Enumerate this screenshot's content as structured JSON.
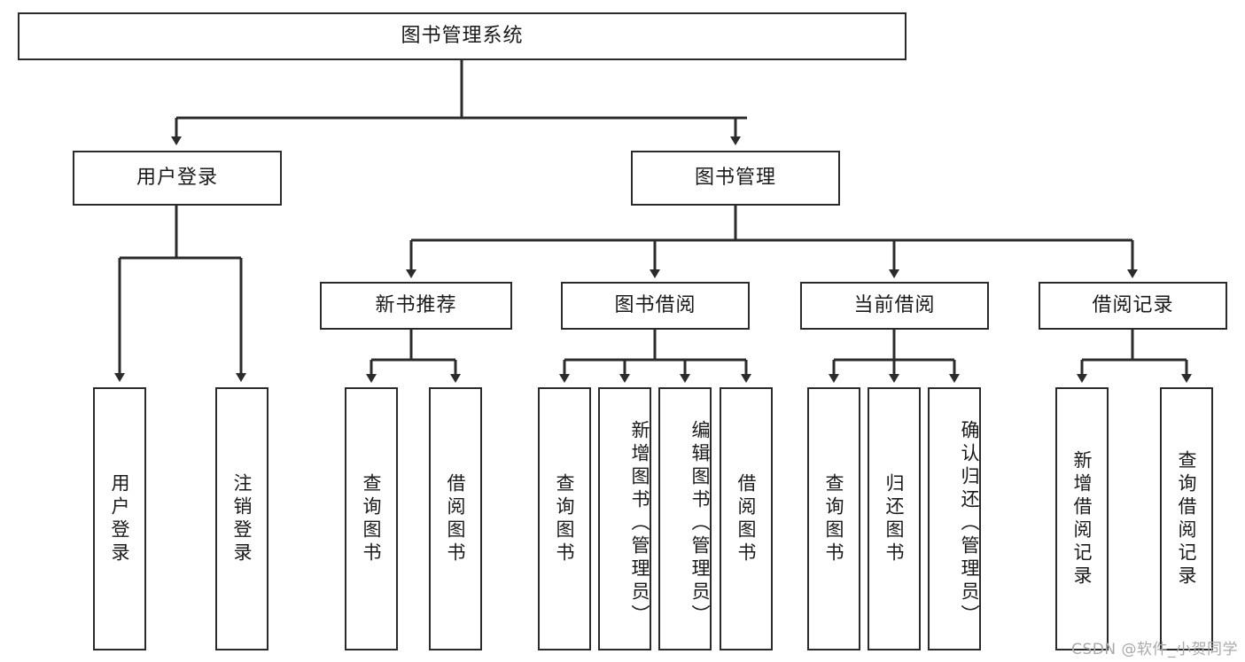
{
  "diagram": {
    "title": "图书管理系统",
    "type": "tree",
    "watermark": "CSDN @软件_小贺同学",
    "colors": {
      "stroke": "#2b2b2b",
      "fill": "#ffffff",
      "text": "#1a1a1a",
      "watermark": "#a9a9a9"
    },
    "root": {
      "label": "图书管理系统"
    },
    "level2": [
      {
        "label": "用户登录"
      },
      {
        "label": "图书管理"
      }
    ],
    "level3": [
      {
        "label": "新书推荐"
      },
      {
        "label": "图书借阅"
      },
      {
        "label": "当前借阅"
      },
      {
        "label": "借阅记录"
      }
    ],
    "leaves": {
      "user_login": [
        {
          "label": "用户登录"
        },
        {
          "label": "注销登录"
        }
      ],
      "new_book": [
        {
          "label": "查询图书"
        },
        {
          "label": "借阅图书"
        }
      ],
      "borrow_book": [
        {
          "label": "查询图书"
        },
        {
          "label": "新增图书（管理员）"
        },
        {
          "label": "编辑图书（管理员）"
        },
        {
          "label": "借阅图书"
        }
      ],
      "current_borrow": [
        {
          "label": "查询图书"
        },
        {
          "label": "归还图书"
        },
        {
          "label": "确认归还（管理员）"
        }
      ],
      "borrow_record": [
        {
          "label": "新增借阅记录"
        },
        {
          "label": "查询借阅记录"
        }
      ]
    }
  }
}
